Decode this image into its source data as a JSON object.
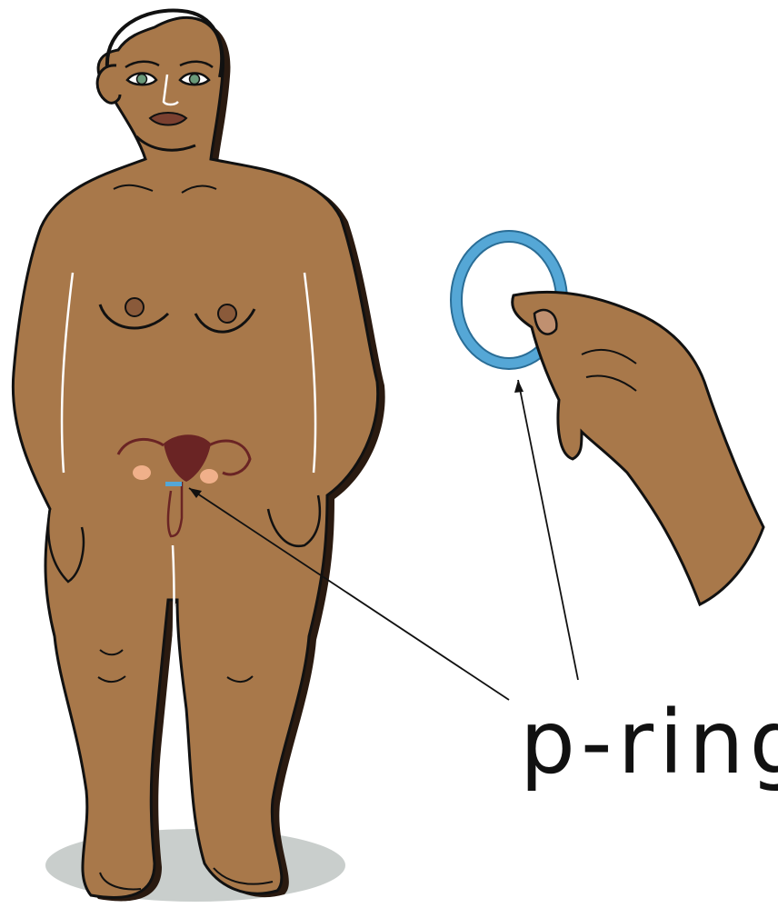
{
  "diagram": {
    "label": "p-ring",
    "colors": {
      "skin": "#a8784a",
      "skin_shadow": "#2a1a10",
      "outline": "#111111",
      "ring": "#55a7d6",
      "uterus": "#6a2424",
      "ovary": "#f0b08a",
      "eye_iris": "#6a9a7a",
      "lips": "#7a4030",
      "ground_shadow": "#bfc5c3"
    },
    "icons": [
      "person-figure",
      "hand-holding-ring",
      "uterus-diagram",
      "ring"
    ]
  }
}
